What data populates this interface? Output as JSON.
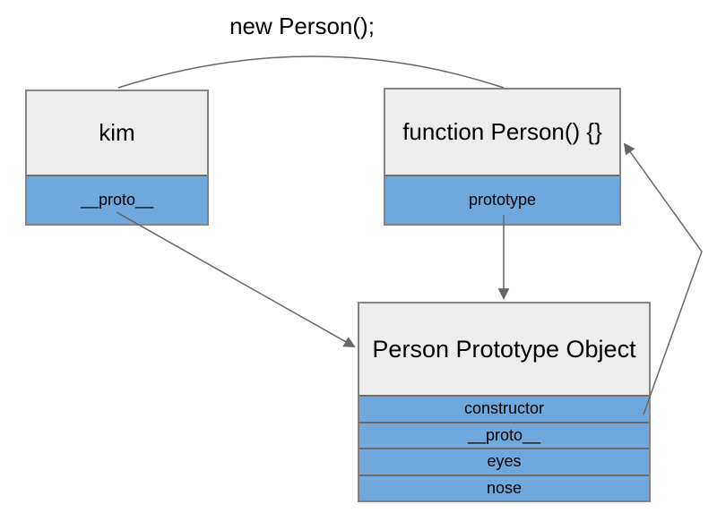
{
  "annotation": {
    "label": "new Person();"
  },
  "nodes": {
    "kim": {
      "title": "kim",
      "slots": [
        "__proto__"
      ]
    },
    "person_function": {
      "title": "function Person() {}",
      "slots": [
        "prototype"
      ]
    },
    "person_prototype_object": {
      "title": "Person Prototype Object",
      "slots": [
        "constructor",
        "__proto__",
        "eyes",
        "nose"
      ]
    }
  },
  "connectors": [
    {
      "name": "new-person-arc",
      "from": "kim",
      "to": "person_function",
      "shape": "arc",
      "arrowhead": "none"
    },
    {
      "name": "proto-link",
      "from": "kim.__proto__",
      "to": "person_prototype_object",
      "shape": "line",
      "arrowhead": "end"
    },
    {
      "name": "prototype-link",
      "from": "person_function.prototype",
      "to": "person_prototype_object",
      "shape": "line",
      "arrowhead": "end"
    },
    {
      "name": "constructor-link",
      "from": "person_prototype_object.constructor",
      "to": "person_function",
      "shape": "polyline",
      "arrowhead": "end"
    }
  ],
  "colors": {
    "background": "#ffffff",
    "node_header_fill": "#ededed",
    "node_slot_fill": "#6fa8dc",
    "node_border": "#848484",
    "connector": "#666666",
    "text": "#000000"
  }
}
